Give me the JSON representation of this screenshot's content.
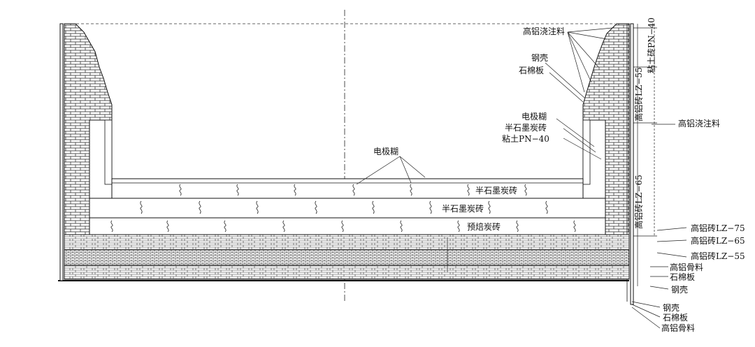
{
  "diagram": {
    "labels": {
      "right_top_castable": "高铝浇注料",
      "steel_shell_upper": "钢壳",
      "asbestos_board_upper": "石棉板",
      "clay_brick_vertical": "粘土砖PN−40",
      "high_al_lz55_vertical": "高铝砖LZ−55",
      "high_al_castable_right": "高铝浇注料",
      "electrode_paste_right": "电极糊",
      "semi_graphite_right": "半石墨炭砖",
      "clay_pn40_right": "粘土PN−40",
      "high_al_lz65_vertical": "高铝砖LZ−65",
      "electrode_paste_center": "电极糊",
      "semi_graphite_top_layer": "半石墨炭砖",
      "semi_graphite_mid_layer": "半石墨炭砖",
      "prebaked_layer": "预焙炭砖",
      "hearth_lz75": "高铝砖LZ−75",
      "hearth_lz65": "高铝砖LZ−65",
      "hearth_lz55": "高铝砖LZ−55",
      "high_al_aggregate_upper": "高铝骨料",
      "asbestos_board_bottom": "石棉板",
      "steel_shell_bottom": "钢壳",
      "steel_shell_lower": "钢壳",
      "asbestos_board_lower": "石棉板",
      "high_al_aggregate_lower": "高铝骨料"
    },
    "colors": {
      "line": "#1a1a1a",
      "brick_fill": "#ffffff",
      "hatch": "#444444"
    }
  }
}
